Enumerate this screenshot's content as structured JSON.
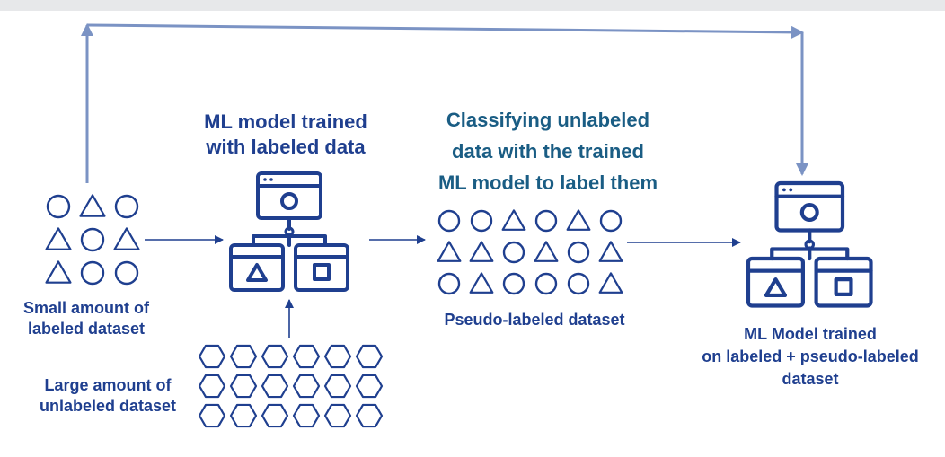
{
  "colors": {
    "primary": "#1f3f8f",
    "arrow": "#7b93c4",
    "topbar": "#e7e8ea",
    "step2_title": "#1a5d84"
  },
  "labels": {
    "small_labeled": [
      "Small amount of",
      "labeled dataset"
    ],
    "large_unlabeled": [
      "Large amount of",
      "unlabeled dataset"
    ],
    "model_trained": [
      "ML model trained",
      "with labeled data"
    ],
    "classifying": [
      "Classifying unlabeled",
      "data with the trained",
      "ML model to label them"
    ],
    "pseudo_labeled": [
      "Pseudo-labeled dataset"
    ],
    "final_model": [
      "ML Model trained",
      "on labeled + pseudo-labeled",
      "dataset"
    ]
  },
  "icons": {
    "labeled_shapes": "circle-triangle-grid",
    "unlabeled_shapes": "hexagon-grid",
    "model": "ml-model-hierarchy-icon"
  },
  "datasets": {
    "small_labeled_grid": [
      [
        "circle",
        "triangle",
        "circle"
      ],
      [
        "triangle",
        "circle",
        "triangle"
      ],
      [
        "triangle",
        "circle",
        "circle"
      ]
    ],
    "pseudo_labeled_grid": [
      [
        "circle",
        "circle",
        "triangle",
        "circle",
        "triangle",
        "circle"
      ],
      [
        "triangle",
        "triangle",
        "circle",
        "triangle",
        "circle",
        "triangle"
      ],
      [
        "circle",
        "triangle",
        "circle",
        "circle",
        "circle",
        "triangle"
      ]
    ],
    "unlabeled_grid": [
      [
        "hexagon",
        "hexagon",
        "hexagon",
        "hexagon",
        "hexagon",
        "hexagon"
      ],
      [
        "hexagon",
        "hexagon",
        "hexagon",
        "hexagon",
        "hexagon",
        "hexagon"
      ],
      [
        "hexagon",
        "hexagon",
        "hexagon",
        "hexagon",
        "hexagon",
        "hexagon"
      ]
    ]
  }
}
